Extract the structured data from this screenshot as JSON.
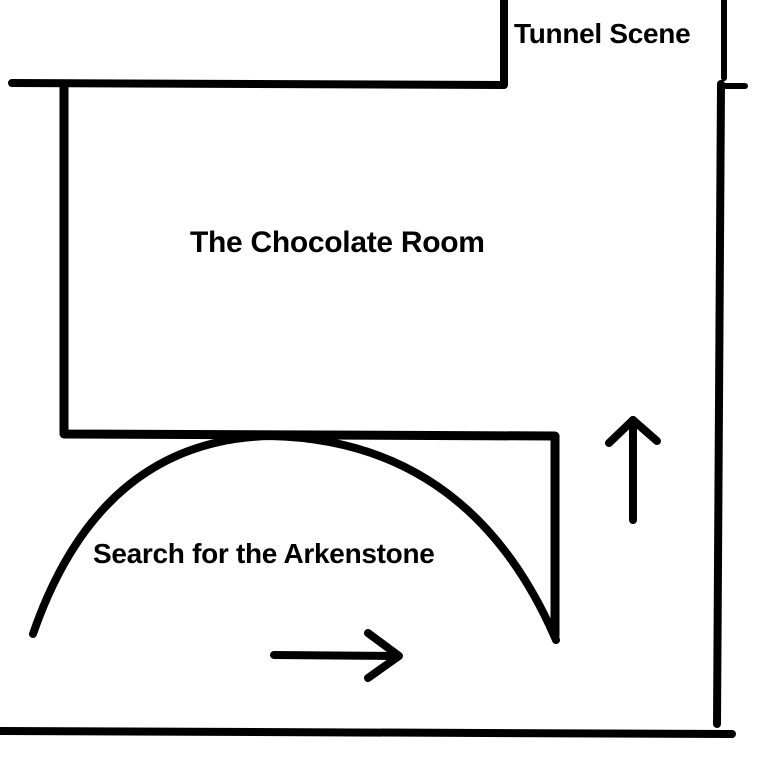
{
  "labels": {
    "tunnel_scene": "Tunnel Scene",
    "chocolate_room": "The Chocolate Room",
    "arkenstone": "Search for the Arkenstone"
  },
  "arrows": {
    "vertical": "up",
    "horizontal": "right"
  },
  "colors": {
    "stroke": "#000000",
    "background": "#ffffff"
  }
}
